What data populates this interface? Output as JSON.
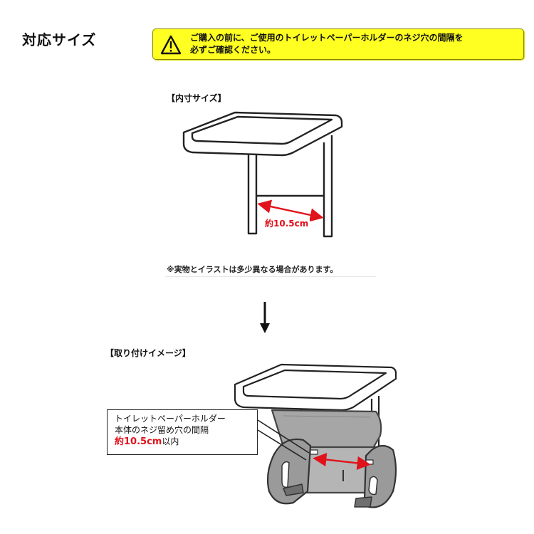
{
  "title": "対応サイズ",
  "warning": {
    "line1": "ご購入の前に、ご使用のトイレットペーパーホルダーのネジ穴の間隔を",
    "line2": "必ずご確認ください。"
  },
  "inner_size": {
    "label": "【内寸サイズ】",
    "measurement": "約10.5cm"
  },
  "note": "※実物とイラストは多少異なる場合があります。",
  "install": {
    "label": "【取り付けイメージ】",
    "callout_line1": "トイレットペーパーホルダー",
    "callout_line2": "本体のネジ留め穴の間隔",
    "callout_value": "約10.5cm",
    "callout_suffix": "以内"
  },
  "colors": {
    "warning_bg": "#ffff22",
    "accent_red": "#e0131b",
    "holder_gray": "#9a9a9a"
  }
}
